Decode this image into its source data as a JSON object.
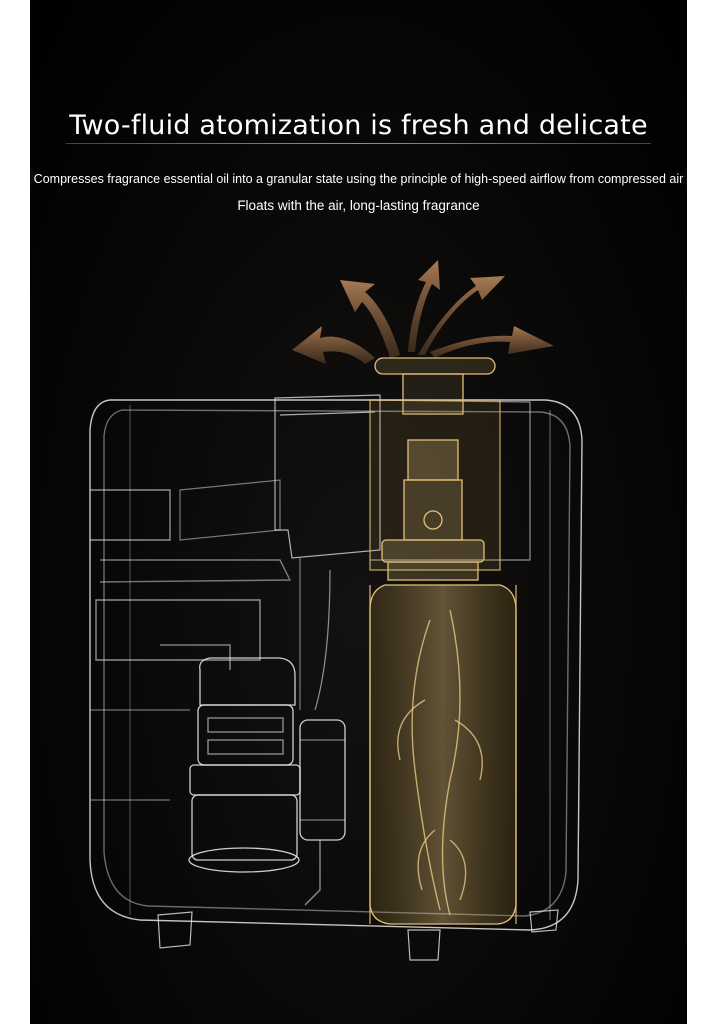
{
  "header": {
    "title": "Two-fluid atomization is fresh and delicate",
    "subtitle_line1": "Compresses fragrance essential oil into a granular state using the principle of high-speed airflow from compressed air",
    "subtitle_line2": "Floats with the air, long-lasting fragrance"
  },
  "illustration": {
    "subject": "diffuser-wireframe",
    "colors": {
      "background": "#000000",
      "wire": "#e8e8e8",
      "bottle_gold": "#d9b56a",
      "arrow_brown": "#8a6440"
    }
  }
}
